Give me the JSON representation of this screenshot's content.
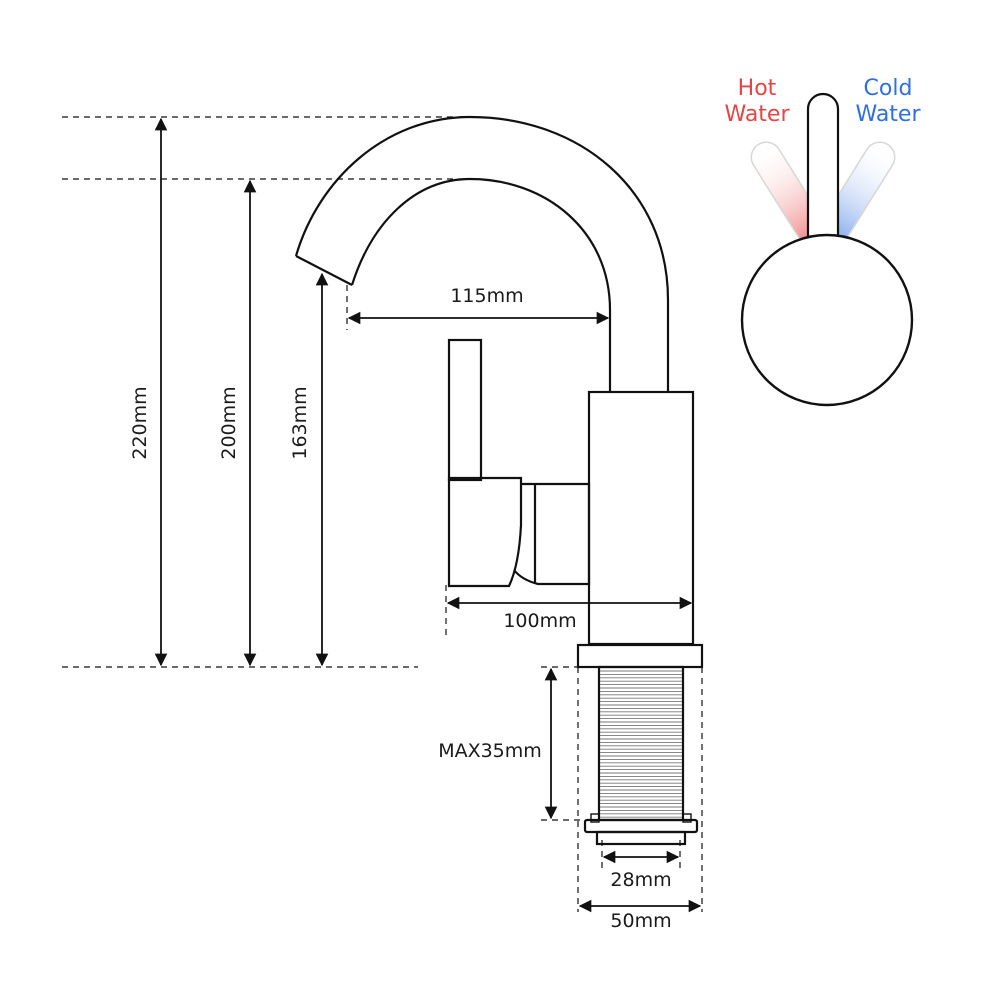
{
  "dimensions": {
    "total_height": "220mm",
    "spout_top_height": "200mm",
    "spout_outlet_height": "163mm",
    "spout_reach": "115mm",
    "base_depth": "100mm",
    "max_deck_thickness": "MAX35mm",
    "thread_diameter": "28mm",
    "base_diameter": "50mm"
  },
  "lever": {
    "hot_line1": "Hot",
    "hot_line2": "Water",
    "cold_line1": "Cold",
    "cold_line2": "Water"
  },
  "colors": {
    "hot": "#e63b3b",
    "cold": "#2f6fe0",
    "outline": "#111111"
  }
}
